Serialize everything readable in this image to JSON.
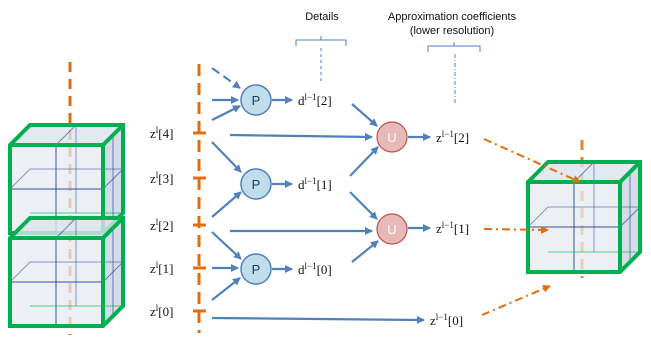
{
  "headers": {
    "details": "Details",
    "approx_line1": "Approximation coefficients",
    "approx_line2": "(lower resolution)"
  },
  "inputs": [
    {
      "base": "z",
      "sup": "l",
      "idx": "[4]"
    },
    {
      "base": "z",
      "sup": "l",
      "idx": "[3]"
    },
    {
      "base": "z",
      "sup": "l",
      "idx": "[2]"
    },
    {
      "base": "z",
      "sup": "l",
      "idx": "[1]"
    },
    {
      "base": "z",
      "sup": "l",
      "idx": "[0]"
    }
  ],
  "predict_nodes": [
    "P",
    "P",
    "P"
  ],
  "update_nodes": [
    "U",
    "U"
  ],
  "details": [
    {
      "base": "d",
      "sup": "l−1",
      "idx": "[2]"
    },
    {
      "base": "d",
      "sup": "l−1",
      "idx": "[1]"
    },
    {
      "base": "d",
      "sup": "l−1",
      "idx": "[0]"
    }
  ],
  "outputs": [
    {
      "base": "z",
      "sup": "l−1",
      "idx": "[2]"
    },
    {
      "base": "z",
      "sup": "l−1",
      "idx": "[1]"
    },
    {
      "base": "z",
      "sup": "l−1",
      "idx": "[0]"
    }
  ],
  "colors": {
    "axis": "#E46C0A",
    "arrow": "#4F81BD",
    "predict_fill": "#BFDDEB",
    "update_fill": "#E7B9B9",
    "cube_edge": "#00B050",
    "cube_grid": "#1F3A93",
    "cube_fill": "#D5DDE8"
  }
}
